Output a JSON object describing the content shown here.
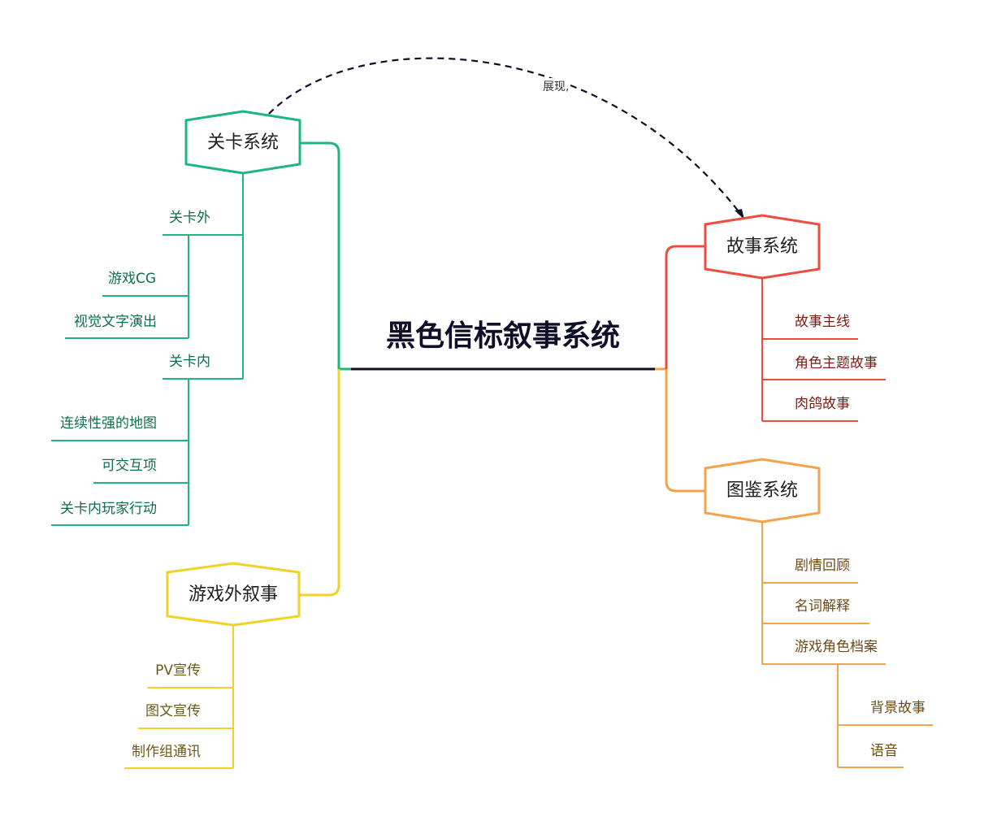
{
  "central": {
    "title": "黑色信标叙事系统"
  },
  "relation": {
    "label": "展现,"
  },
  "branches": {
    "level": {
      "title": "关卡系统",
      "color": "#1db67f",
      "groups": [
        {
          "label": "关卡外",
          "items": [
            "游戏CG",
            "视觉文字演出"
          ]
        },
        {
          "label": "关卡内",
          "items": [
            "连续性强的地图",
            "可交互项",
            "关卡内玩家行动"
          ]
        }
      ]
    },
    "outside": {
      "title": "游戏外叙事",
      "color": "#f0d126",
      "items": [
        "PV宣传",
        "图文宣传",
        "制作组通讯"
      ]
    },
    "story": {
      "title": "故事系统",
      "color": "#ef4b3f",
      "items": [
        "故事主线",
        "角色主题故事",
        "肉鸽故事"
      ]
    },
    "codex": {
      "title": "图鉴系统",
      "color": "#f2a34c",
      "items": [
        "剧情回顾",
        "名词解释",
        "游戏角色档案"
      ],
      "sub_items": [
        "背景故事",
        "语音"
      ]
    }
  }
}
